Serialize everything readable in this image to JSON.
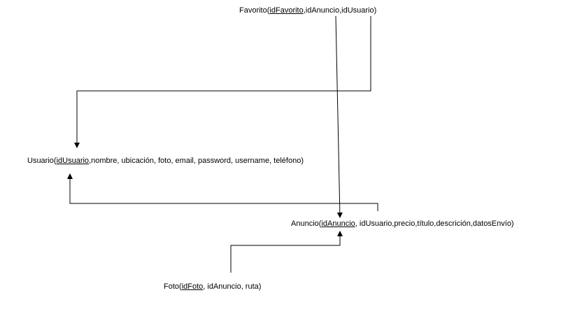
{
  "entities": {
    "favorito": {
      "name": "Favorito",
      "key": "idFavorito",
      "rest": ",idAnuncio,idUsuario)"
    },
    "usuario": {
      "name": "Usuario",
      "key": "idUsuario",
      "rest": ",nombre, ubicación, foto, email, password, username, teléfono)"
    },
    "anuncio": {
      "name": "Anuncio",
      "key": "idAnuncio",
      "rest": ", idUsuario,precio,título,descrición,datosEnvío)"
    },
    "foto": {
      "name": "Foto",
      "key": "idFoto",
      "rest": ", idAnuncio, ruta)"
    }
  },
  "colors": {
    "line": "#000000",
    "text": "#000000",
    "background": "#ffffff"
  }
}
